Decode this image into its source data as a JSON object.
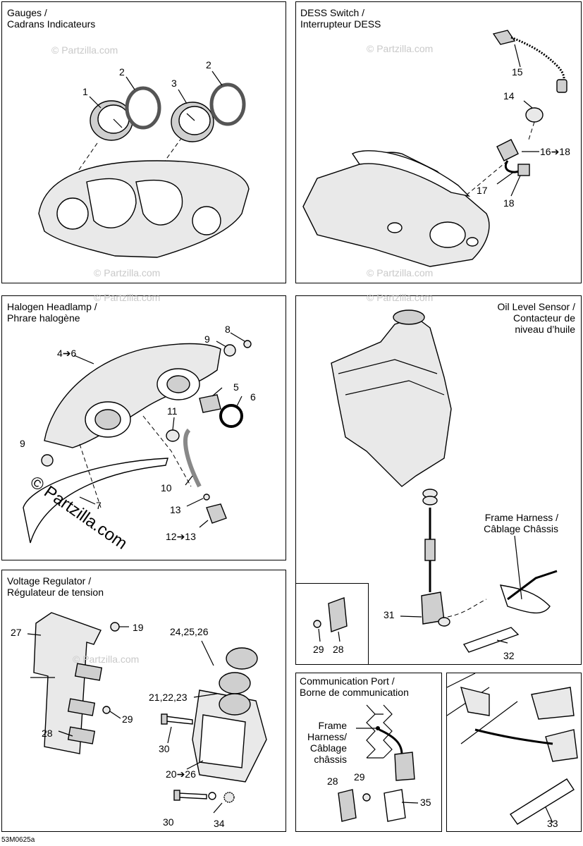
{
  "watermark": "© Partzilla.com",
  "caption": "53M0625a",
  "panels": {
    "gauges": {
      "title": "Gauges /\nCadrans Indicateurs",
      "labels": [
        "1",
        "2",
        "3",
        "2"
      ]
    },
    "dess": {
      "title": "DESS Switch /\nInterrupteur DESS",
      "labels": [
        "15",
        "14",
        "16➔18",
        "17",
        "18"
      ]
    },
    "headlamp": {
      "title": "Halogen Headlamp /\nPhrare halogène",
      "labels": [
        "8",
        "9",
        "4➔6",
        "5",
        "6",
        "11",
        "9",
        "10",
        "7",
        "13",
        "12➔13"
      ],
      "big_watermark": "© Partzilla.com"
    },
    "oil": {
      "title": "Oil Level Sensor /\nContacteur de\nniveau d’huile",
      "harness": "Frame Harness /\nCâblage Châssis",
      "labels": [
        "31",
        "32"
      ]
    },
    "clip": {
      "labels": [
        "29",
        "28"
      ]
    },
    "regulator": {
      "title": "Voltage Regulator /\nRégulateur de tension",
      "labels": [
        "27",
        "19",
        "24,25,26",
        "21,22,23",
        "29",
        "28",
        "30",
        "20➔26",
        "30",
        "34"
      ]
    },
    "comm": {
      "title": "Communication Port /\nBorne de communication",
      "harness": "Frame\nHarness/\nCâblage\nchâssis",
      "labels": [
        "29",
        "28",
        "35"
      ]
    },
    "detail": {
      "labels": [
        "33"
      ]
    }
  }
}
